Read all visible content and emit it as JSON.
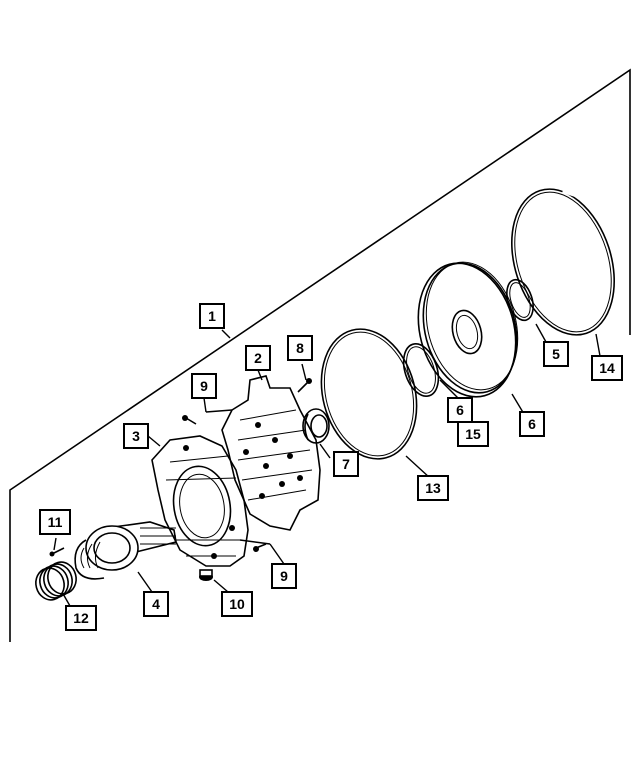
{
  "colors": {
    "line": "#000000",
    "background": "#ffffff"
  },
  "callouts": {
    "c1": "1",
    "c2": "2",
    "c3": "3",
    "c4": "4",
    "c5": "5",
    "c6a": "6",
    "c6b": "6",
    "c7": "7",
    "c8": "8",
    "c9a": "9",
    "c9b": "9",
    "c10": "10",
    "c11": "11",
    "c12": "12",
    "c13": "13",
    "c14": "14",
    "c15": "15"
  }
}
